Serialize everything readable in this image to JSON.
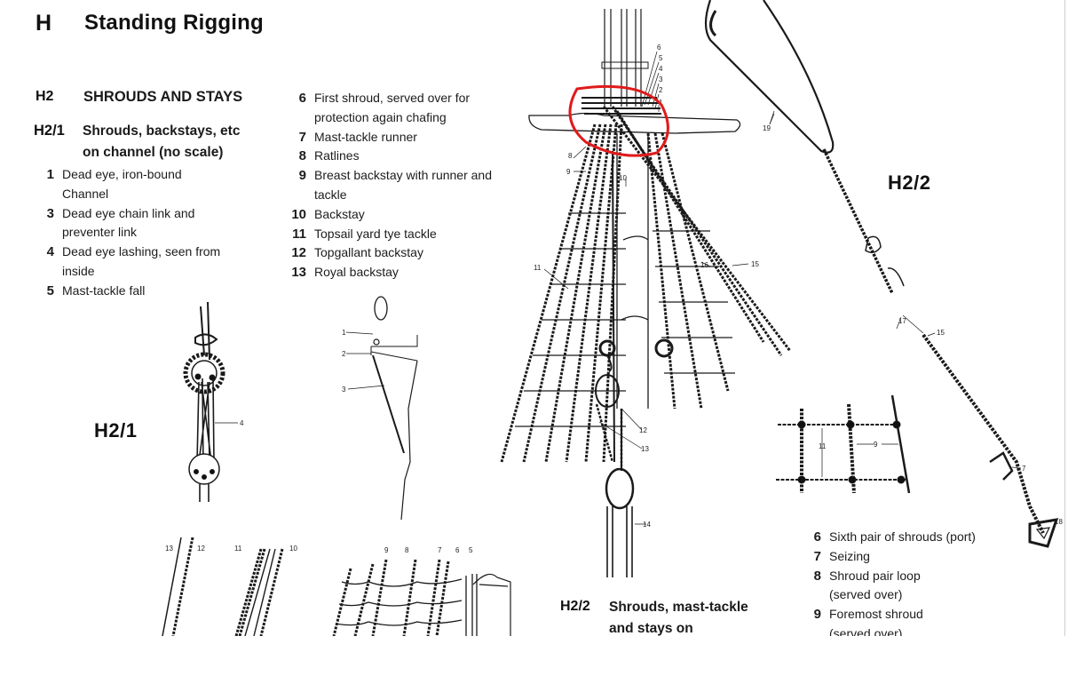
{
  "header": {
    "section_letter": "H",
    "section_title": "Standing Rigging"
  },
  "section": {
    "code": "H2",
    "title": "SHROUDS AND STAYS"
  },
  "subsection_h2_1": {
    "code": "H2/1",
    "title_line1": "Shrouds, backstays, etc",
    "title_line2": "on channel  (no scale)"
  },
  "legend_left": [
    {
      "num": "1",
      "text": "Dead eye, iron-bound Channel"
    },
    {
      "num": "3",
      "text": "Dead eye chain link and preventer link"
    },
    {
      "num": "4",
      "text": "Dead eye lashing, seen from inside"
    },
    {
      "num": "5",
      "text": "Mast-tackle fall"
    }
  ],
  "legend_middle": [
    {
      "num": "6",
      "text": "First shroud, served over for protection again chafing"
    },
    {
      "num": "7",
      "text": "Mast-tackle runner"
    },
    {
      "num": "8",
      "text": "Ratlines"
    },
    {
      "num": "9",
      "text": "Breast backstay with runner and tackle"
    },
    {
      "num": "10",
      "text": "Backstay"
    },
    {
      "num": "11",
      "text": "Topsail yard tye tackle"
    },
    {
      "num": "12",
      "text": "Topgallant backstay"
    },
    {
      "num": "13",
      "text": "Royal backstay"
    }
  ],
  "figure_labels": {
    "h2_1": "H2/1",
    "h2_2": "H2/2"
  },
  "caption_h2_2": {
    "code": "H2/2",
    "line1": "Shrouds, mast-tackle",
    "line2": "and stays on"
  },
  "legend_right": [
    {
      "num": "6",
      "text": "Sixth pair of shrouds (port)"
    },
    {
      "num": "7",
      "text": "Seizing"
    },
    {
      "num": "8",
      "text": "Shroud pair loop (served over)"
    },
    {
      "num": "9",
      "text": "Foremost shroud (served over)"
    }
  ],
  "callouts": {
    "masthead": [
      "6",
      "5",
      "4",
      "3",
      "2",
      "1",
      "8",
      "9",
      "10",
      "11",
      "16",
      "15",
      "19",
      "12",
      "13",
      "14",
      "17",
      "15",
      "7",
      "18",
      "9",
      "11"
    ],
    "deadeye": [
      "4"
    ],
    "channel": [
      "1",
      "2",
      "3"
    ],
    "bottom_left": [
      "13",
      "12",
      "11",
      "10",
      "9",
      "8",
      "7",
      "6",
      "5"
    ]
  },
  "annotation": {
    "highlight_color": "#e01b1b"
  }
}
